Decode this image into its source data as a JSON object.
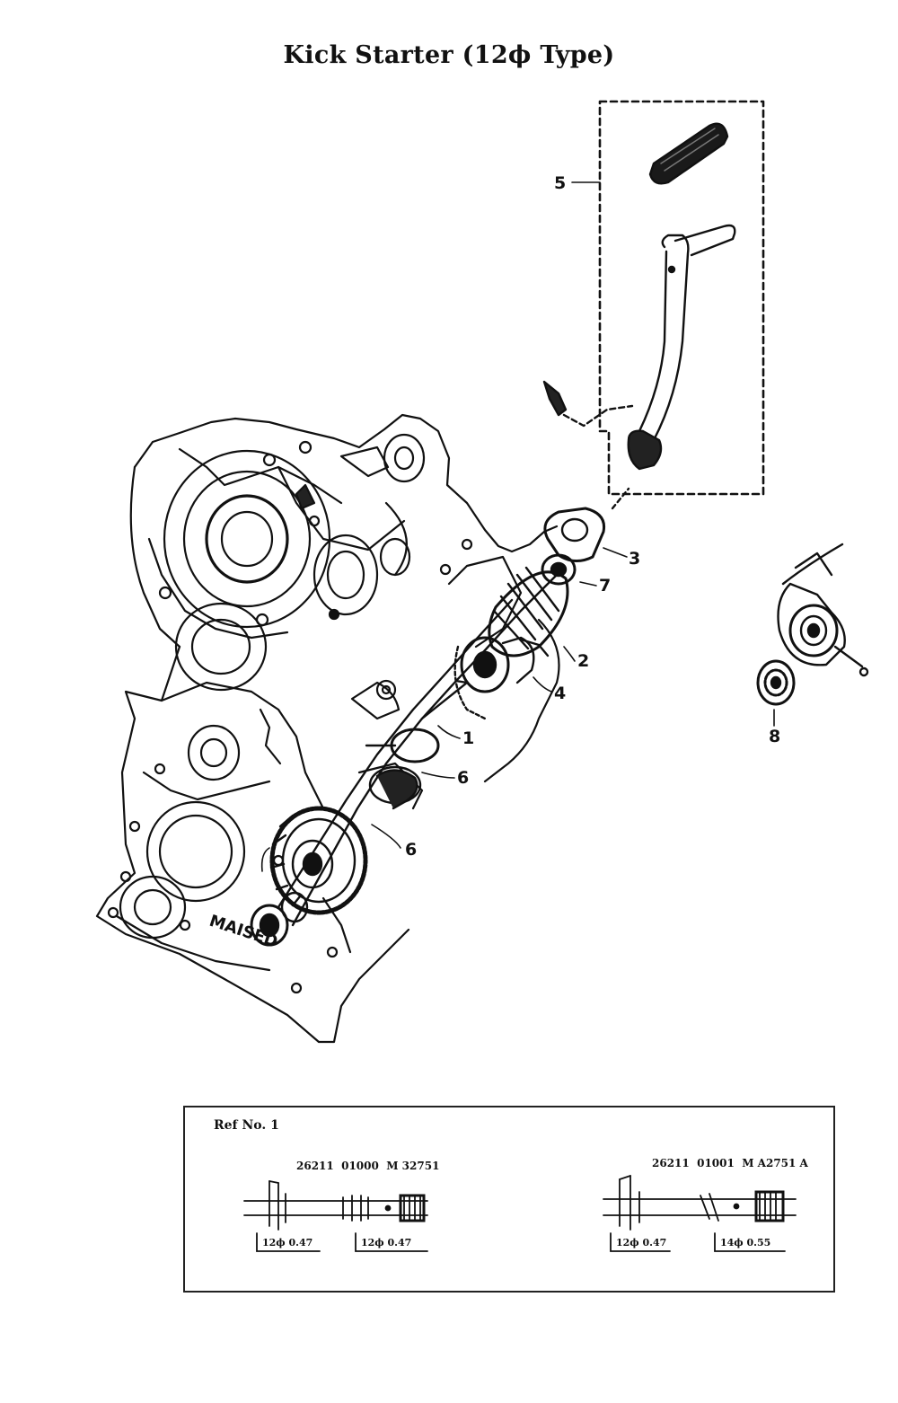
{
  "diagram": {
    "title": "Kick Starter (12ϕ Type)",
    "callouts": [
      {
        "id": "5",
        "label": "5"
      },
      {
        "id": "3",
        "label": "3"
      },
      {
        "id": "7",
        "label": "7"
      },
      {
        "id": "2",
        "label": "2"
      },
      {
        "id": "4",
        "label": "4"
      },
      {
        "id": "1",
        "label": "1"
      },
      {
        "id": "6a",
        "label": "6"
      },
      {
        "id": "6b",
        "label": "6"
      },
      {
        "id": "8",
        "label": "8"
      }
    ],
    "casting_text": "MAISED"
  },
  "reference": {
    "title": "Ref  No. 1",
    "variants": [
      {
        "code": "26211  01000  M 32751",
        "dims": [
          "12ϕ 0.47",
          "12ϕ 0.47"
        ]
      },
      {
        "code": "26211  01001  M A2751 A",
        "dims": [
          "12ϕ 0.47",
          "14ϕ 0.55"
        ]
      }
    ]
  }
}
